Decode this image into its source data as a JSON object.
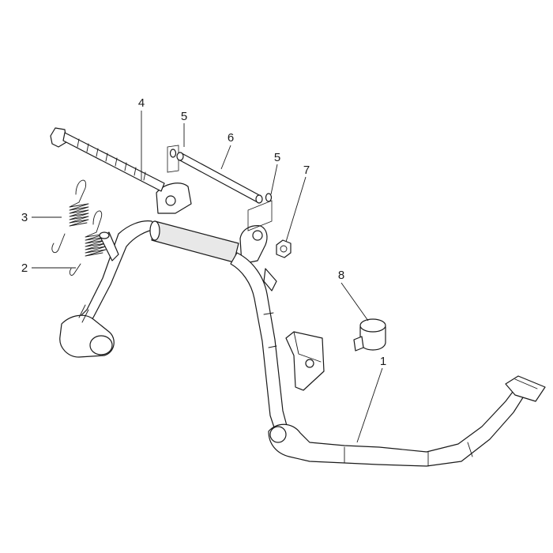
{
  "diagram": {
    "callouts": [
      {
        "id": "4",
        "label": "4"
      },
      {
        "id": "5a",
        "label": "5"
      },
      {
        "id": "6",
        "label": "6"
      },
      {
        "id": "5b",
        "label": "5"
      },
      {
        "id": "7",
        "label": "7"
      },
      {
        "id": "3",
        "label": "3"
      },
      {
        "id": "2",
        "label": "2"
      },
      {
        "id": "8",
        "label": "8"
      },
      {
        "id": "1",
        "label": "1"
      }
    ]
  }
}
